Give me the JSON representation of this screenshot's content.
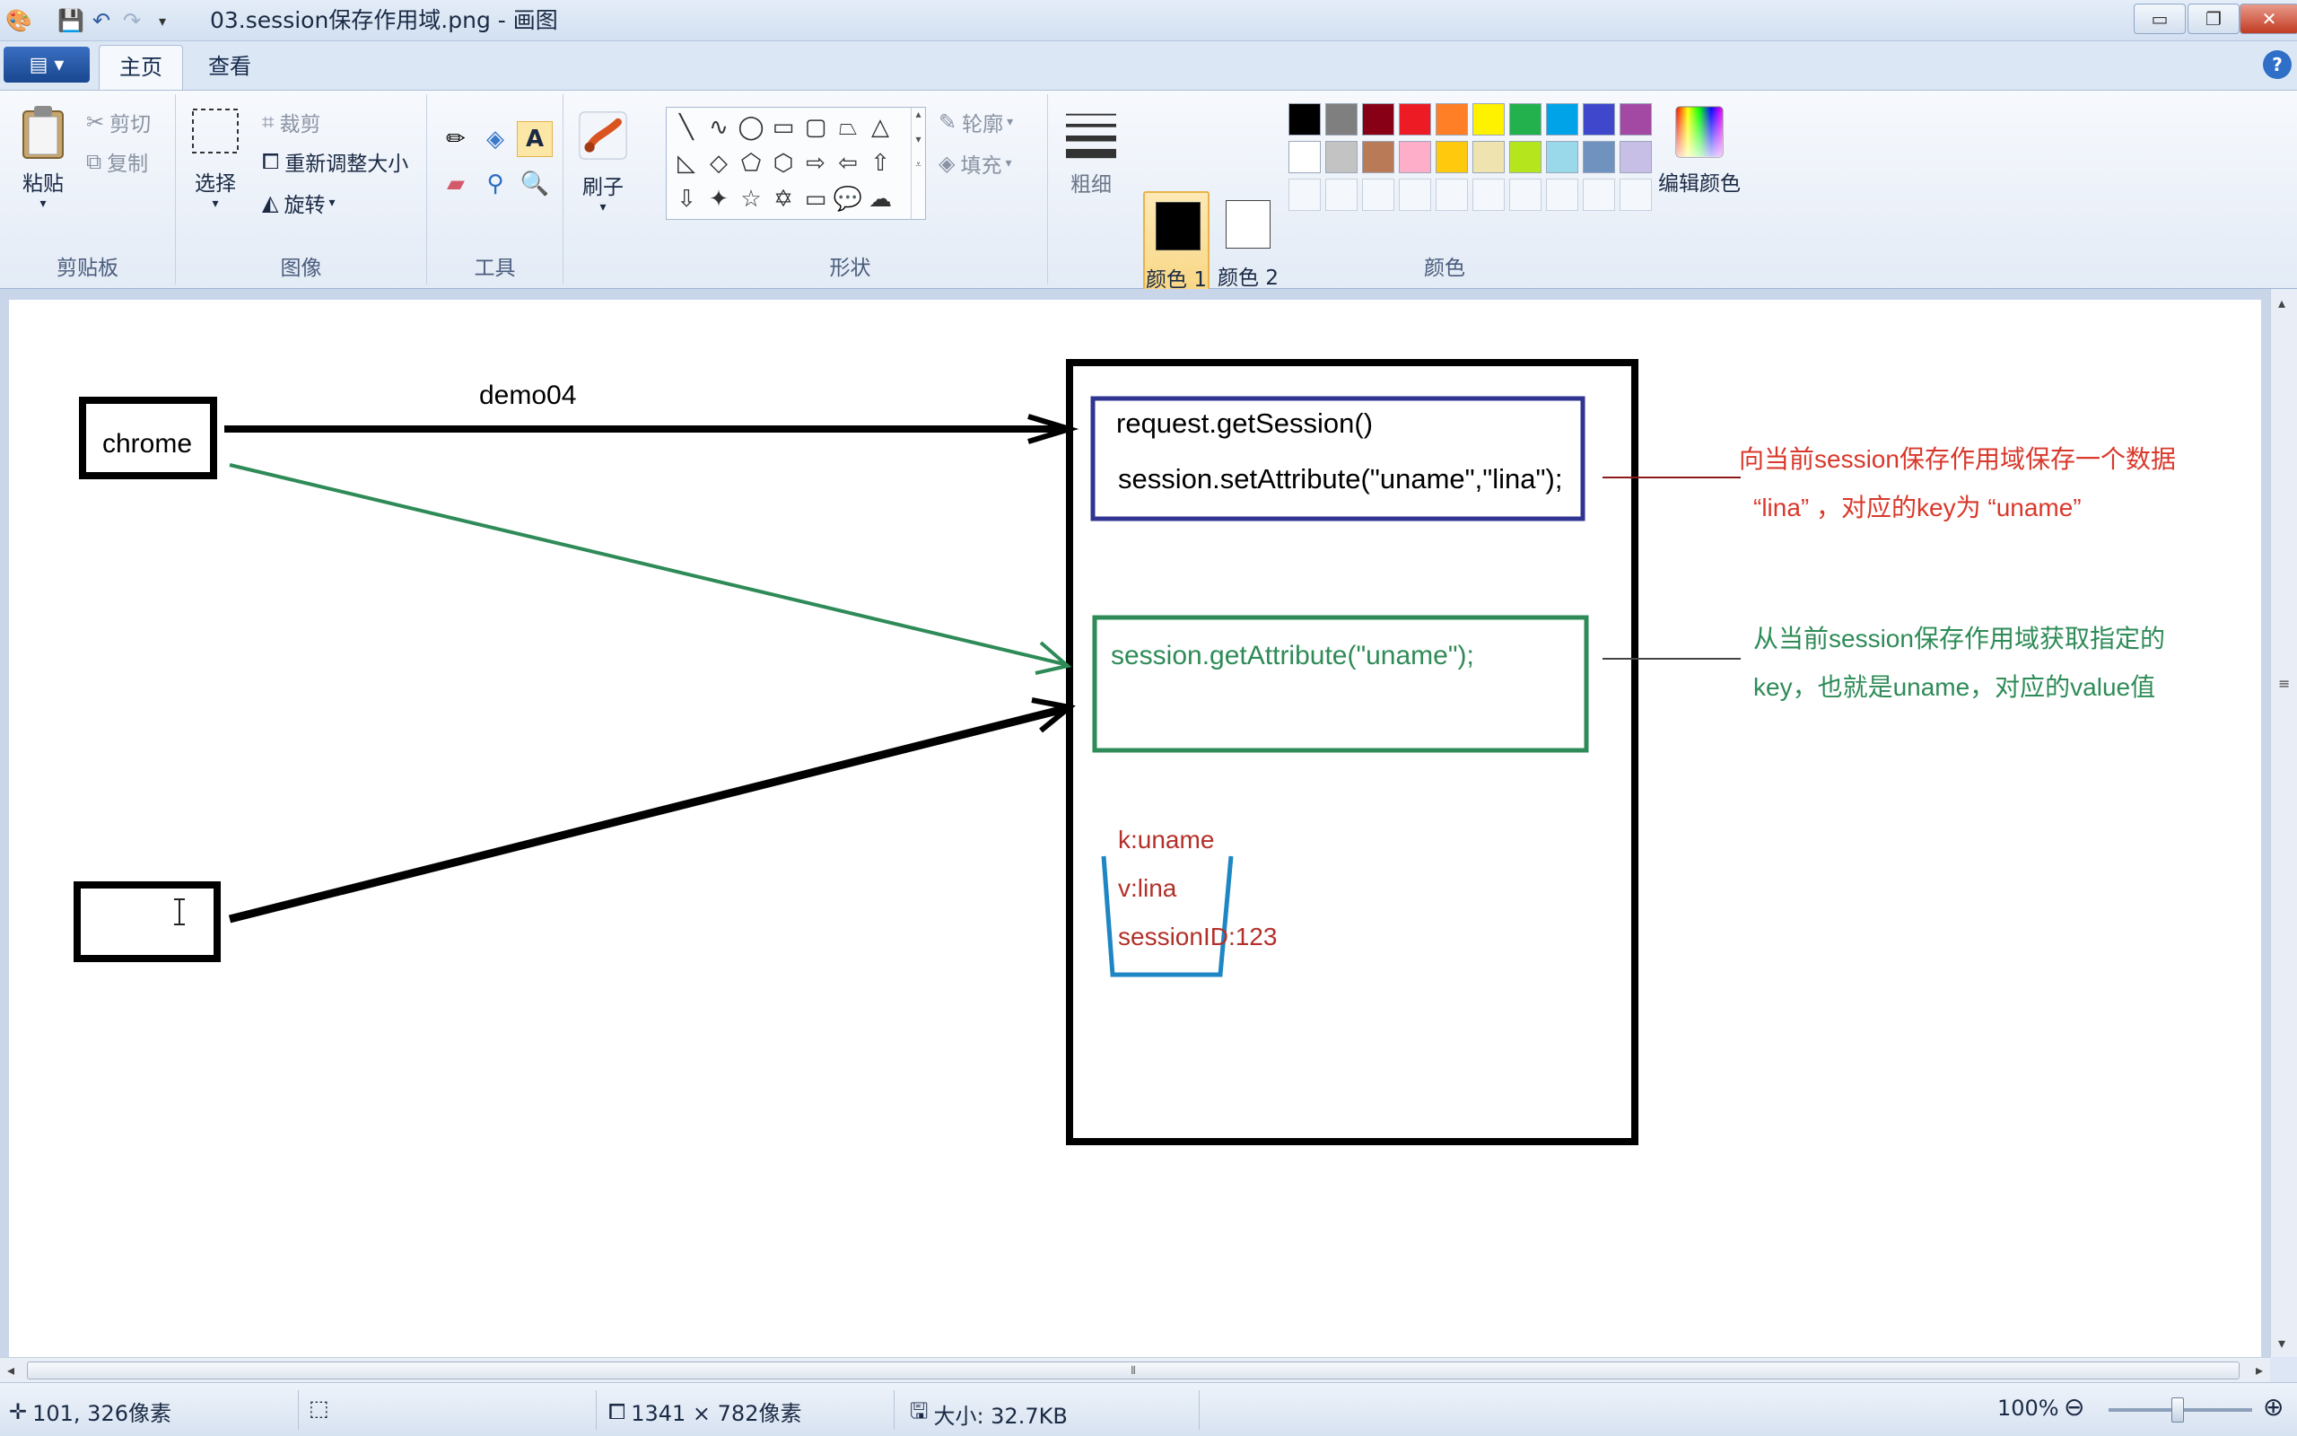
{
  "window": {
    "title": "03.session保存作用域.png - 画图",
    "controls": {
      "minimize": "▭",
      "restore": "❐",
      "close": "✕"
    }
  },
  "tabs": {
    "file_menu": "▤ ▾",
    "home": "主页",
    "view": "查看",
    "help": "?"
  },
  "ribbon": {
    "clipboard": {
      "label": "剪贴板",
      "paste": "粘贴",
      "cut": "剪切",
      "copy": "复制"
    },
    "image": {
      "label": "图像",
      "select": "选择",
      "crop": "裁剪",
      "resize": "重新调整大小",
      "rotate": "旋转"
    },
    "tools": {
      "label": "工具"
    },
    "brushes": {
      "label": "刷子"
    },
    "shapes": {
      "label": "形状",
      "outline": "轮廓",
      "fill": "填充"
    },
    "size": {
      "label": "粗细"
    },
    "colors": {
      "label": "颜色",
      "color1": "颜色 1",
      "color2": "颜色 2",
      "edit": "编辑颜色",
      "color1_value": "#000000",
      "color2_value": "#ffffff",
      "row1": [
        "#000000",
        "#7f7f7f",
        "#880015",
        "#ed1c24",
        "#ff7f27",
        "#fff200",
        "#22b14c",
        "#00a2e8",
        "#3f48cc",
        "#a349a4"
      ],
      "row2": [
        "#ffffff",
        "#c3c3c3",
        "#b97a57",
        "#ffaec9",
        "#ffc90e",
        "#efe4b0",
        "#b5e61d",
        "#99d9ea",
        "#7092be",
        "#c8bfe7"
      ]
    }
  },
  "drawing": {
    "client_label": "chrome",
    "arrow_label": "demo04",
    "code_line1": "request.getSession()",
    "code_line2": "session.setAttribute(\"uname\",\"lina\");",
    "code_get": "session.getAttribute(\"uname\");",
    "note_red_line1": "向当前session保存作用域保存一个数据",
    "note_red_line2": "“lina”  ，对应的key为 “uname”",
    "note_green_line1": "从当前session保存作用域获取指定的",
    "note_green_line2": "key，也就是uname，对应的value值",
    "store_key": "k:uname",
    "store_value": "v:lina",
    "store_session": "sessionID:123",
    "colors": {
      "red_text": "#d9382b",
      "green": "#2e8b57",
      "blue_box": "#2f3590",
      "bucket": "#1f86c4",
      "store_text": "#b3302a"
    }
  },
  "status": {
    "cursor_pos": "101, 326像素",
    "canvas_size": "1341 × 782像素",
    "file_size": "大小: 32.7KB",
    "zoom": "100%"
  }
}
